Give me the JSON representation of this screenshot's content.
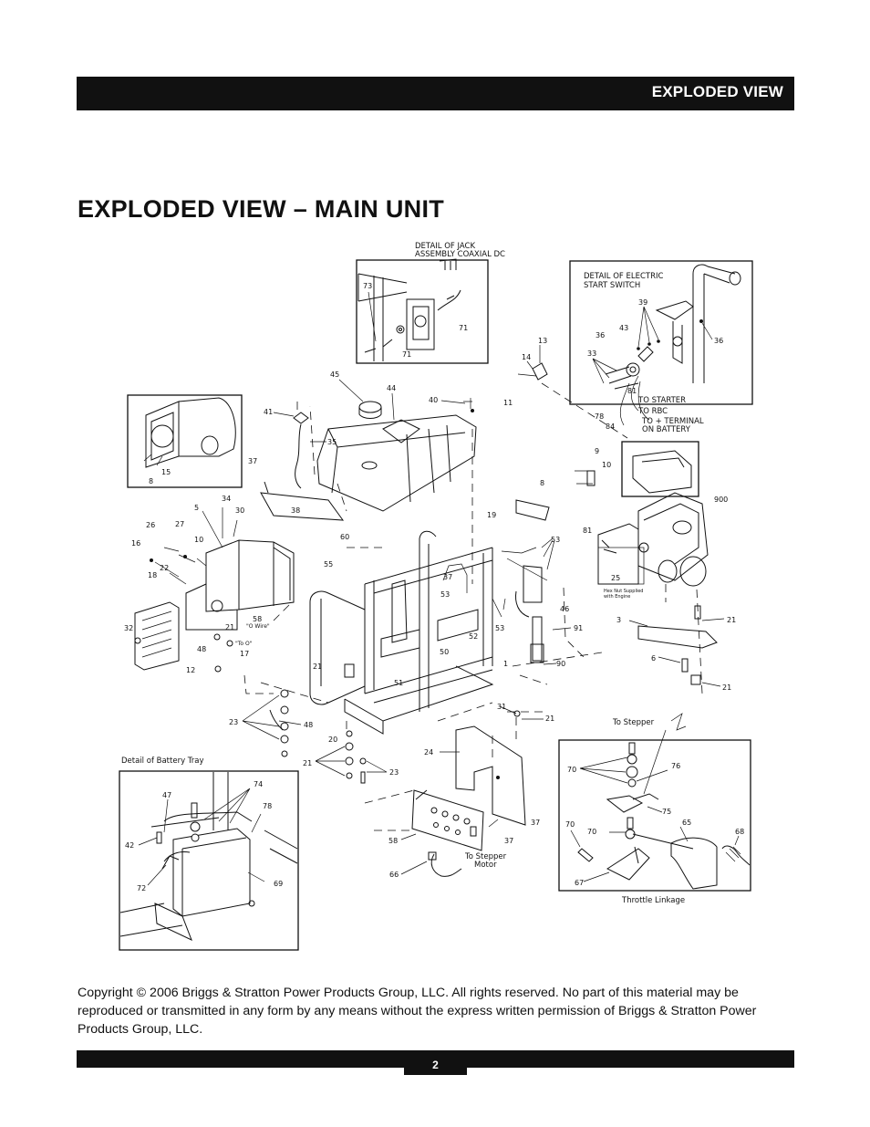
{
  "header": {
    "section_title": "EXPLODED VIEW"
  },
  "page": {
    "title": "EXPLODED VIEW – MAIN UNIT",
    "number": "2"
  },
  "copyright": "Copyright © 2006 Briggs & Stratton Power Products Group, LLC.  All rights reserved.  No part of this material may be reproduced or transmitted in any form by any means without the express written permission of Briggs & Stratton Power Products Group, LLC.",
  "diagram": {
    "captions": {
      "jack_l1": "DETAIL OF JACK",
      "jack_l2": "ASSEMBLY COAXIAL DC",
      "start_l1": "DETAIL OF ELECTRIC",
      "start_l2": "START SWITCH",
      "to_starter": "TO STARTER",
      "to_rbc": "TO RBC",
      "to_terminal_l1": "TO + TERMINAL",
      "to_terminal_l2": "ON BATTERY",
      "battery_tray": "Detail of Battery Tray",
      "to_stepper": "To Stepper",
      "to_stepper_motor_l1": "To Stepper",
      "to_stepper_motor_l2": "Motor",
      "throttle_linkage": "Throttle Linkage",
      "hex_nut_l1": "Hex Nut Supplied",
      "hex_nut_l2": "with Engine",
      "o_wire": "\"O Wire\"",
      "to_o": "\"To O\""
    },
    "parts": {
      "p73": "73",
      "p71a": "71",
      "p71b": "71",
      "p39": "39",
      "p43": "43",
      "p36a": "36",
      "p36b": "36",
      "p33": "33",
      "p81a": "81",
      "p78a": "78",
      "p84": "84",
      "p13": "13",
      "p14": "14",
      "p11": "11",
      "p45": "45",
      "p44": "44",
      "p40": "40",
      "p41": "41",
      "p35": "35",
      "p37a": "37",
      "p38": "38",
      "p60": "60",
      "p8a": "8",
      "p15": "15",
      "p34": "34",
      "p5": "5",
      "p30": "30",
      "p26": "26",
      "p27": "27",
      "p10a": "10",
      "p16": "16",
      "p22": "22",
      "p18": "18",
      "p32": "32",
      "p58a": "58",
      "p21a": "21",
      "p48a": "48",
      "p17": "17",
      "p12": "12",
      "p55": "55",
      "p37b": "37",
      "p53a": "53",
      "p52": "52",
      "p50": "50",
      "p51": "51",
      "p21b": "21",
      "p1": "1",
      "p9": "9",
      "p10b": "10",
      "p8b": "8",
      "p19": "19",
      "p900": "900",
      "p53b": "53",
      "p81b": "81",
      "p25": "25",
      "p46": "46",
      "p53c": "53",
      "p91": "91",
      "p90": "90",
      "p3": "3",
      "p21c": "21",
      "p6": "6",
      "p21d": "21",
      "p23a": "23",
      "p48b": "48",
      "p20": "20",
      "p31": "31",
      "p21e": "21",
      "p21f": "21",
      "p23b": "23",
      "p24": "24",
      "p37c": "37",
      "p58b": "58",
      "p37d": "37",
      "p66": "66",
      "p47": "47",
      "p74": "74",
      "p78b": "78",
      "p42": "42",
      "p72": "72",
      "p69": "69",
      "p70a": "70",
      "p76": "76",
      "p75": "75",
      "p65": "65",
      "p70b": "70",
      "p70c": "70",
      "p68": "68",
      "p67": "67"
    }
  }
}
